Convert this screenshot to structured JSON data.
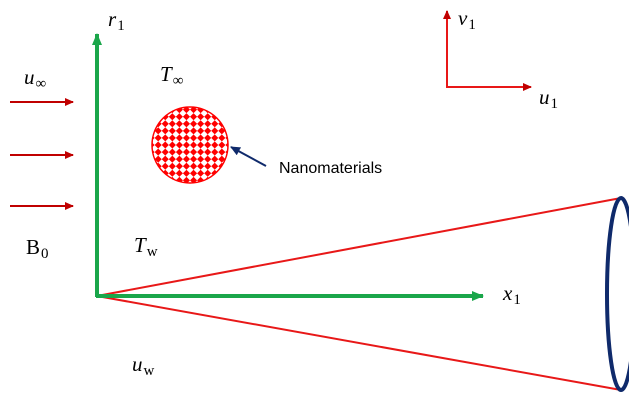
{
  "labels": {
    "u_inf": {
      "base": "u",
      "sub": "∞"
    },
    "T_inf": {
      "base": "T",
      "sub": "∞"
    },
    "r1": {
      "base": "r",
      "sub": "1"
    },
    "v1": {
      "base": "v",
      "sub": "1"
    },
    "u1": {
      "base": "u",
      "sub": "1"
    },
    "x1": {
      "base": "x",
      "sub": "1"
    },
    "B0": {
      "base": "B",
      "sub": "0"
    },
    "Tw": {
      "base": "T",
      "sub": "w"
    },
    "uw": {
      "base": "u",
      "sub": "w"
    },
    "nanomaterials": "Nanomaterials"
  },
  "colors": {
    "flow_arrow": "#c00000",
    "axis": "#1aa64a",
    "cone": "#e81818",
    "cone_base": "#0f2a6b",
    "particle": "#ff0000",
    "pointer": "#0f2a6b"
  }
}
